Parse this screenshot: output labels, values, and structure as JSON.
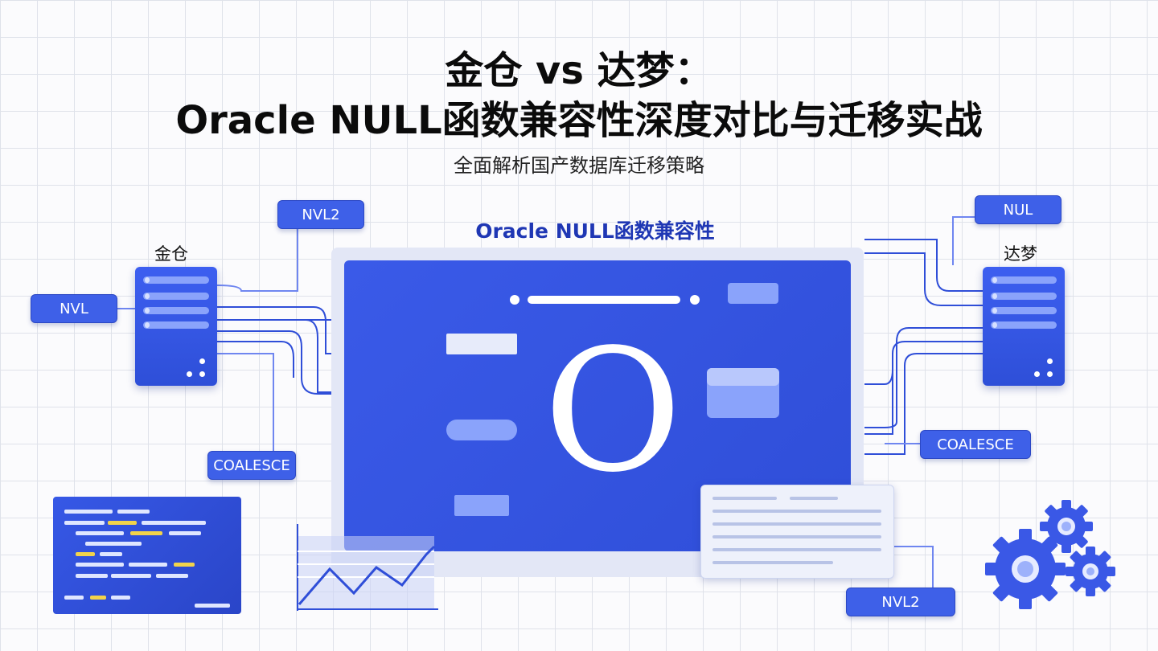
{
  "title_line1": "金仓 vs 达梦：",
  "title_line2": "Oracle NULL函数兼容性深度对比与迁移实战",
  "subtitle": "全面解析国产数据库迁移策略",
  "panel_heading": "Oracle NULL函数兼容性",
  "big_letter": "O",
  "left_db": {
    "label": "金仓"
  },
  "right_db": {
    "label": "达梦"
  },
  "function_tags": {
    "top_left": "NVL2",
    "left": "NVL",
    "bottom_left": "COALESCE",
    "top_right": "NUL",
    "bottom_right_mid": "COALESCE",
    "bottom_right": "NVL2"
  },
  "colors": {
    "brand_blue": "#2f4ed8",
    "tag_blue": "#3e60e8",
    "heading_blue": "#1f37b4",
    "code_yellow": "#f2d34b"
  },
  "icons": [
    "server-icon",
    "gear-icon",
    "code-window-icon",
    "document-icon",
    "line-chart-icon"
  ]
}
